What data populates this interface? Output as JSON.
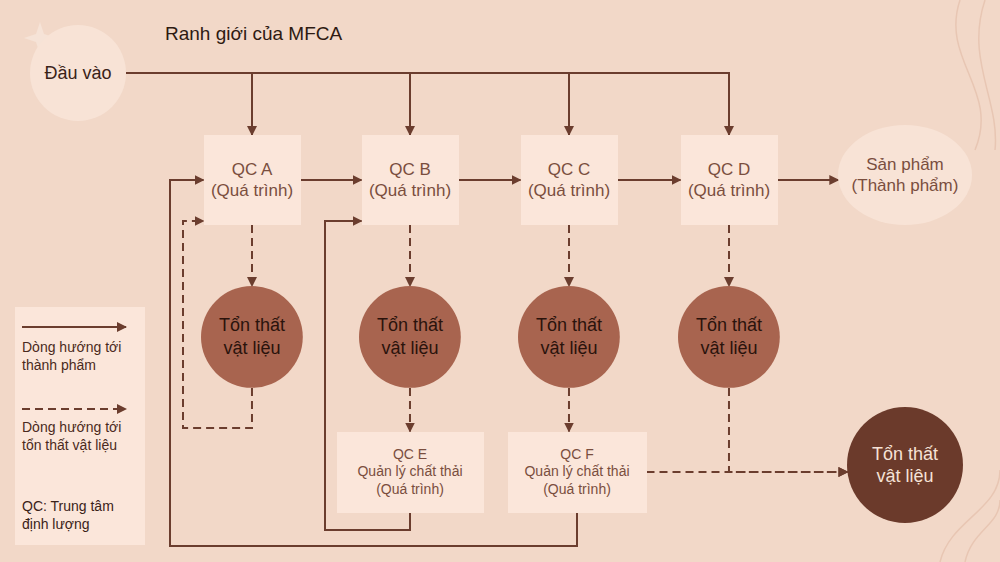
{
  "diagram": {
    "title": "Ranh giới của MFCA",
    "nodes": [
      {
        "text": [
          "Đầu vào"
        ]
      },
      {
        "text": [
          "QC A",
          "(Quá trình)"
        ]
      },
      {
        "text": [
          "QC B",
          "(Quá trình)"
        ]
      },
      {
        "text": [
          "QC C",
          "(Quá trình)"
        ]
      },
      {
        "text": [
          "QC D",
          "(Quá trình)"
        ]
      },
      {
        "text": [
          "Sản phẩm",
          "(Thành phẩm)"
        ]
      },
      {
        "text": [
          "Tổn thất vật liệu"
        ]
      },
      {
        "text": [
          "Tổn thất vật liệu"
        ]
      },
      {
        "text": [
          "Tổn thất vật liệu"
        ]
      },
      {
        "text": [
          "Tổn thất vật liệu"
        ]
      },
      {
        "text": [
          "QC E",
          "Quản lý chất thải",
          "(Quá trình)"
        ]
      },
      {
        "text": [
          "QC F",
          "Quản lý chất thải",
          "(Quá trình)"
        ]
      },
      {
        "text": [
          "Tổn thất vật liệu"
        ]
      }
    ],
    "edges": [
      {
        "from": 0,
        "to": 1,
        "arrow": "to"
      },
      {
        "from": 0,
        "to": 2,
        "arrow": "to"
      },
      {
        "from": 0,
        "to": 3,
        "arrow": "to"
      },
      {
        "from": 0,
        "to": 4,
        "arrow": "to"
      },
      {
        "from": 1,
        "to": 2,
        "arrow": "to"
      },
      {
        "from": 2,
        "to": 3,
        "arrow": "to"
      },
      {
        "from": 3,
        "to": 4,
        "arrow": "to"
      },
      {
        "from": 4,
        "to": 5,
        "arrow": "to"
      },
      {
        "from": 1,
        "to": 6,
        "arrow": "to"
      },
      {
        "from": 2,
        "to": 7,
        "arrow": "to"
      },
      {
        "from": 3,
        "to": 8,
        "arrow": "to"
      },
      {
        "from": 4,
        "to": 9,
        "arrow": "to"
      },
      {
        "from": 7,
        "to": 10,
        "arrow": "to"
      },
      {
        "from": 8,
        "to": 11,
        "arrow": "to"
      },
      {
        "from": 6,
        "to": 1,
        "arrow": "to"
      },
      {
        "from": 10,
        "to": 2,
        "arrow": "to"
      },
      {
        "from": 11,
        "to": 1,
        "arrow": "to"
      },
      {
        "from": 11,
        "to": 12,
        "arrow": "to"
      },
      {
        "from": 9,
        "to": 12,
        "arrow": "to"
      }
    ],
    "labels": [
      "QC: Trung tâm định lượng"
    ],
    "legend": [
      {
        "text": "Dòng hướng tới thành phẩm"
      },
      {
        "text": "Dòng hướng tới tổn thất vật liệu"
      }
    ]
  }
}
